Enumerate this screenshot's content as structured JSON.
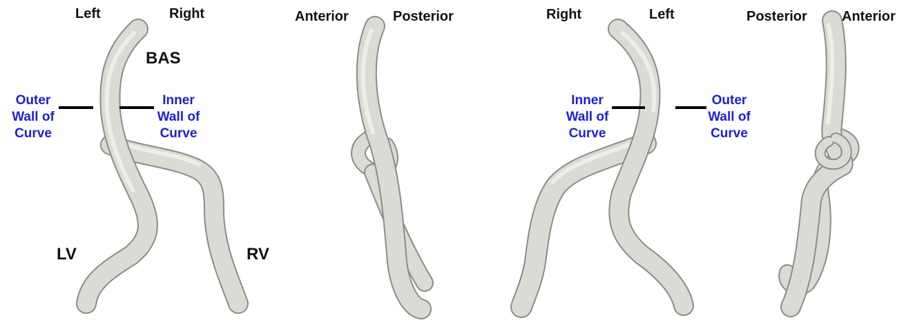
{
  "colors": {
    "vessel_fill": "#dcdad4",
    "vessel_edge": "#8d8b86",
    "vessel_highlight": "#f0eee9",
    "label_black": "#111111",
    "label_blue": "#1d1de0",
    "leader_line": "#000000"
  },
  "panel1": {
    "left": "Left",
    "right": "Right",
    "bas": "BAS",
    "lv": "LV",
    "rv": "RV",
    "outer_line1": "Outer",
    "outer_line2": "Wall of",
    "outer_line3": "Curve",
    "inner_line1": "Inner",
    "inner_line2": "Wall of",
    "inner_line3": "Curve"
  },
  "panel2": {
    "anterior": "Anterior",
    "posterior": "Posterior"
  },
  "panel3": {
    "right": "Right",
    "left": "Left",
    "inner_line1": "Inner",
    "inner_line2": "Wall of",
    "inner_line3": "Curve",
    "outer_line1": "Outer",
    "outer_line2": "Wall of",
    "outer_line3": "Curve"
  },
  "panel4": {
    "posterior": "Posterior",
    "anterior": "Anterior"
  }
}
